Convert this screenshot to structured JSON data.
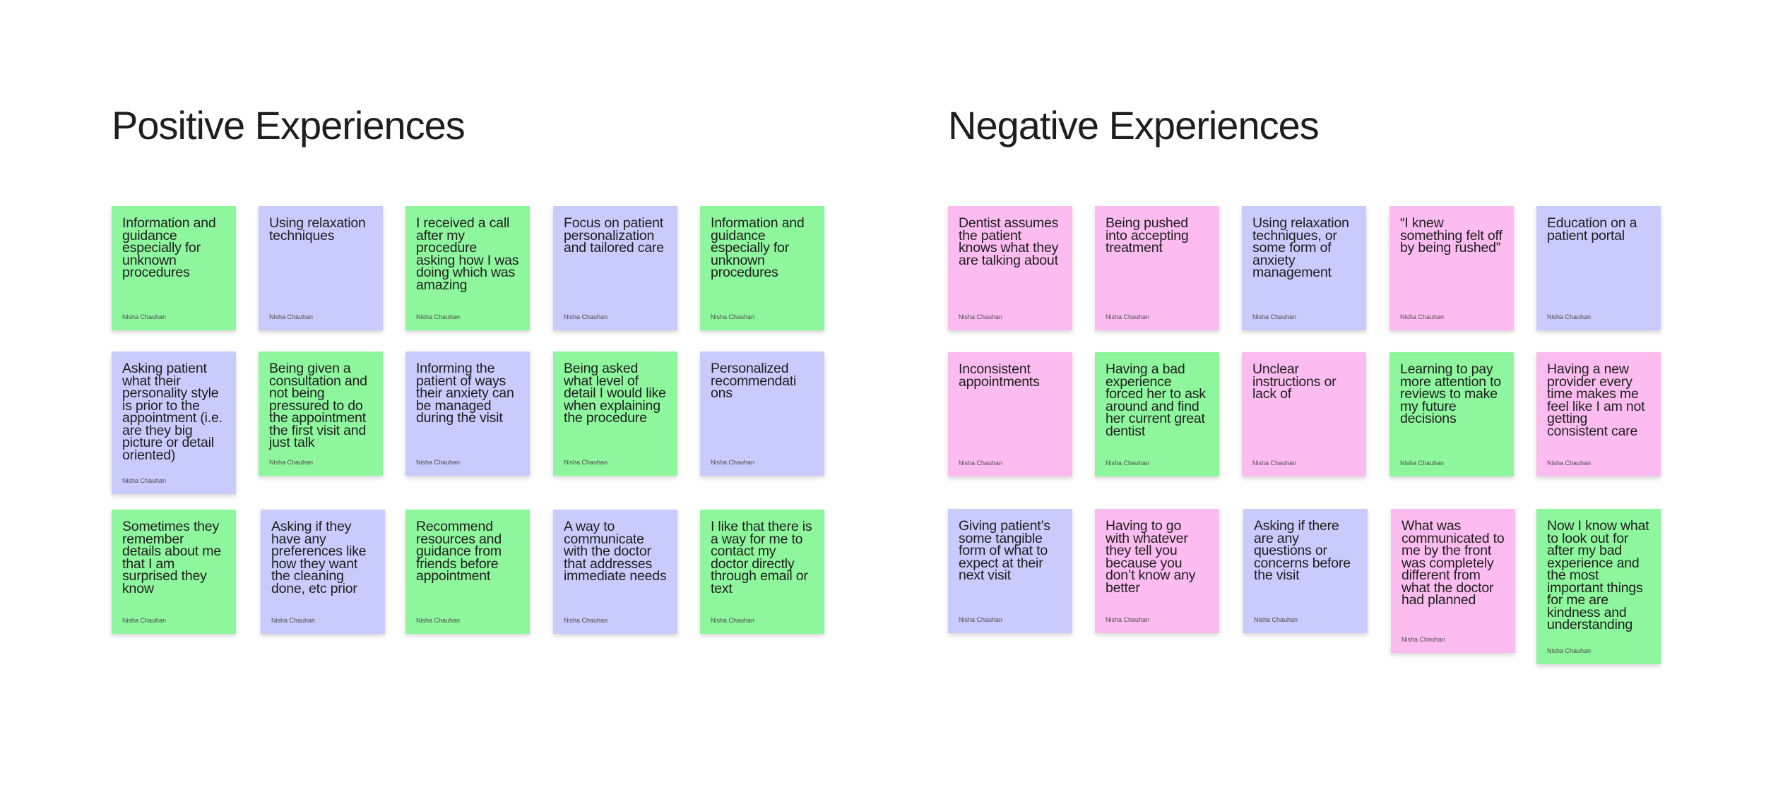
{
  "colors": {
    "green": "#8ef79d",
    "blue": "#c9cbfd",
    "pink": "#fdbcef",
    "text": "#1e1e1e"
  },
  "positive": {
    "title": "Positive Experiences",
    "notes": [
      {
        "text": "Information and guidance especially for unknown procedures",
        "author": "Nisha Chauhan",
        "color": "green"
      },
      {
        "text": "Using relaxation techniques",
        "author": "Nisha Chauhan",
        "color": "blue"
      },
      {
        "text": "I received a call after my procedure asking how I was doing which was amazing",
        "author": "Nisha Chauhan",
        "color": "green"
      },
      {
        "text": "Focus on patient personalization and tailored care",
        "author": "Nisha Chauhan",
        "color": "blue"
      },
      {
        "text": "Information and guidance especially for unknown procedures",
        "author": "Nisha Chauhan",
        "color": "green"
      },
      {
        "text": "Asking patient what their personality style is prior to the appointment (i.e. are they big picture or detail oriented)",
        "author": "Nisha Chauhan",
        "color": "blue"
      },
      {
        "text": "Being given a consultation and not being pressured to do the appointment the first visit and just talk",
        "author": "Nisha Chauhan",
        "color": "green"
      },
      {
        "text": "Informing the patient of ways their anxiety can be managed during the visit",
        "author": "Nisha Chauhan",
        "color": "blue"
      },
      {
        "text": "Being asked what level of detail I would like when explaining the procedure",
        "author": "Nisha Chauhan",
        "color": "green"
      },
      {
        "text": "Personalized recommendati ons",
        "author": "Nisha Chauhan",
        "color": "blue"
      },
      {
        "text": "Sometimes they remember details about me that I am surprised they know",
        "author": "Nisha Chauhan",
        "color": "green"
      },
      {
        "text": "Asking if they have any preferences like how they want the cleaning done, etc prior",
        "author": "Nisha Chauhan",
        "color": "blue"
      },
      {
        "text": "Recommend resources and guidance from friends before appointment",
        "author": "Nisha Chauhan",
        "color": "green"
      },
      {
        "text": "A way to communicate with the doctor that addresses immediate needs",
        "author": "Nisha Chauhan",
        "color": "blue"
      },
      {
        "text": "I like that there is a way for me to contact my doctor directly through email or text",
        "author": "Nisha Chauhan",
        "color": "green"
      }
    ]
  },
  "negative": {
    "title": "Negative Experiences",
    "notes": [
      {
        "text": "Dentist assumes the patient knows what they are talking about",
        "author": "Nisha Chauhan",
        "color": "pink"
      },
      {
        "text": "Being pushed into accepting treatment",
        "author": "Nisha Chauhan",
        "color": "pink"
      },
      {
        "text": "Using relaxation techniques, or some form of anxiety management",
        "author": "Nisha Chauhan",
        "color": "blue"
      },
      {
        "text": "“I knew something felt off by being rushed”",
        "author": "Nisha Chauhan",
        "color": "pink"
      },
      {
        "text": "Education on a patient portal",
        "author": "Nisha Chauhan",
        "color": "blue"
      },
      {
        "text": "Inconsistent appointments",
        "author": "Nisha Chauhan",
        "color": "pink"
      },
      {
        "text": "Having a bad experience forced her to ask around and find her current great dentist",
        "author": "Nisha Chauhan",
        "color": "green"
      },
      {
        "text": "Unclear instructions or lack of",
        "author": "Nisha Chauhan",
        "color": "pink"
      },
      {
        "text": "Learning to pay more attention to reviews to make my future decisions",
        "author": "Nisha Chauhan",
        "color": "green"
      },
      {
        "text": "Having a new provider every time makes me feel like I am not getting consistent care",
        "author": "Nisha Chauhan",
        "color": "pink"
      },
      {
        "text": "Giving patient’s some tangible form of what to expect at their next visit",
        "author": "Nisha Chauhan",
        "color": "blue"
      },
      {
        "text": "Having to go with whatever they tell you because you don’t know any better",
        "author": "Nisha Chauhan",
        "color": "pink"
      },
      {
        "text": "Asking if there are any questions or concerns before the visit",
        "author": "Nisha Chauhan",
        "color": "blue"
      },
      {
        "text": "What was communicated to me by the front was completely different from what the doctor had planned",
        "author": "Nisha Chauhan",
        "color": "pink"
      },
      {
        "text": "Now I know what to look out for after my bad experience and the most important things for me are kindness and understanding",
        "author": "Nisha Chauhan",
        "color": "green"
      }
    ]
  }
}
